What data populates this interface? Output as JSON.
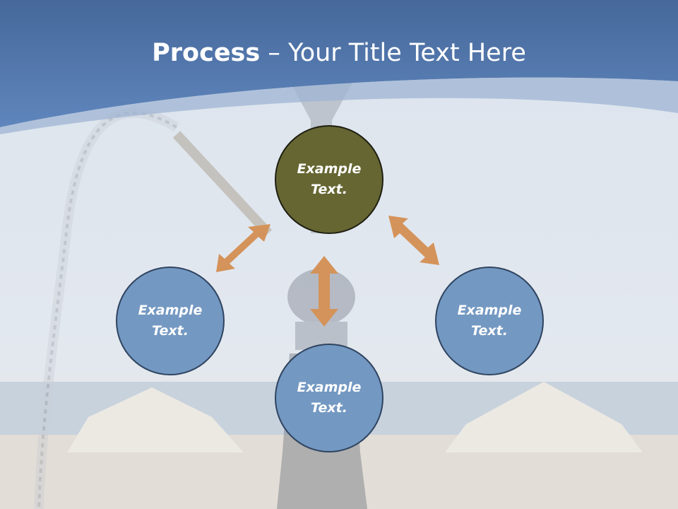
{
  "slide": {
    "title_bold": "Process",
    "title_rest": " – Your Title Text Here"
  },
  "diagram": {
    "center": {
      "label": "Example\nText.",
      "fill": "#666633"
    },
    "left": {
      "label": "Example\nText.",
      "fill": "#7398c2"
    },
    "right": {
      "label": "Example\nText.",
      "fill": "#7398c2"
    },
    "bottom": {
      "label": "Example\nText.",
      "fill": "#7398c2"
    },
    "arrow_color": "#d4935a",
    "header_color": "#5a80b5"
  }
}
